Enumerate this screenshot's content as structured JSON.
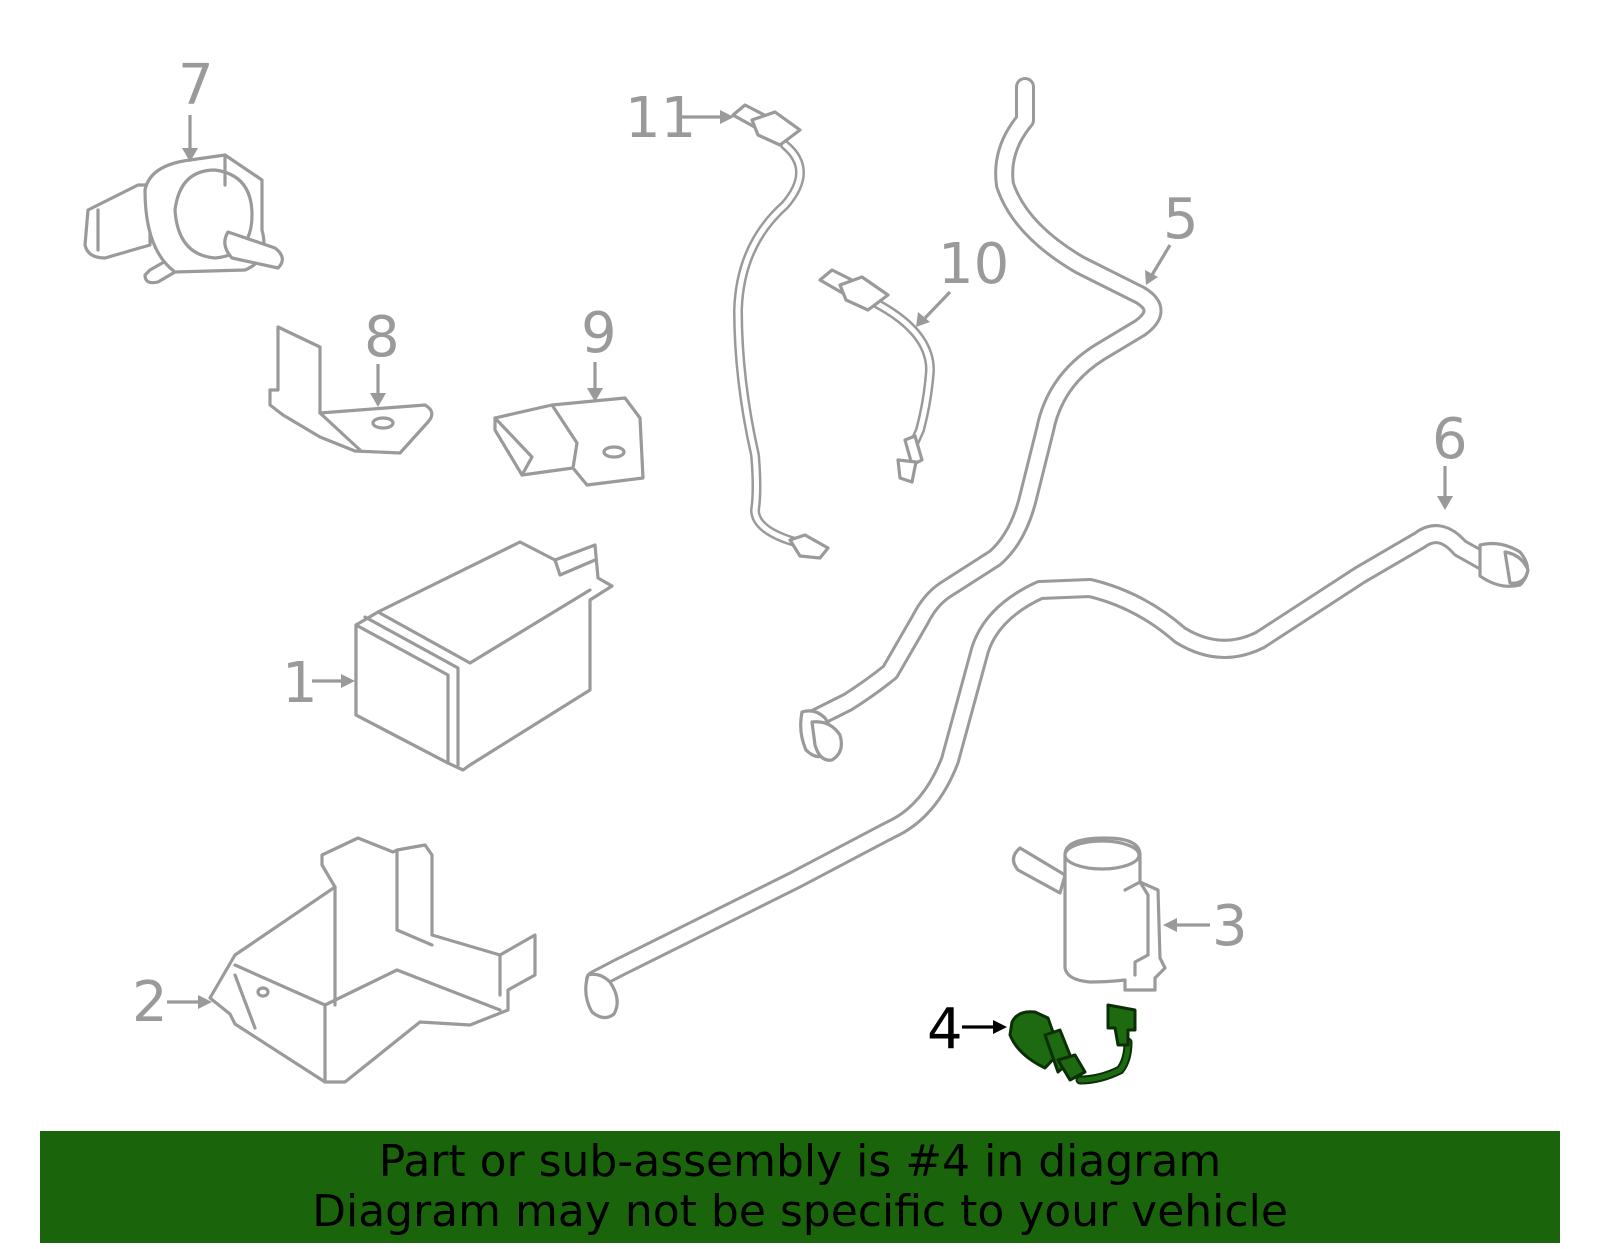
{
  "callouts": {
    "c1": "1",
    "c2": "2",
    "c3": "3",
    "c4": "4",
    "c5": "5",
    "c6": "6",
    "c7": "7",
    "c8": "8",
    "c9": "9",
    "c10": "10",
    "c11": "11"
  },
  "highlight_part": "4",
  "colors": {
    "line": "#9a9a9a",
    "highlight": "#1d6a10",
    "banner": "#1a640b"
  },
  "banner": {
    "line1": "Part or sub-assembly is #4 in diagram",
    "line2": "Diagram may not be specific to your vehicle"
  }
}
